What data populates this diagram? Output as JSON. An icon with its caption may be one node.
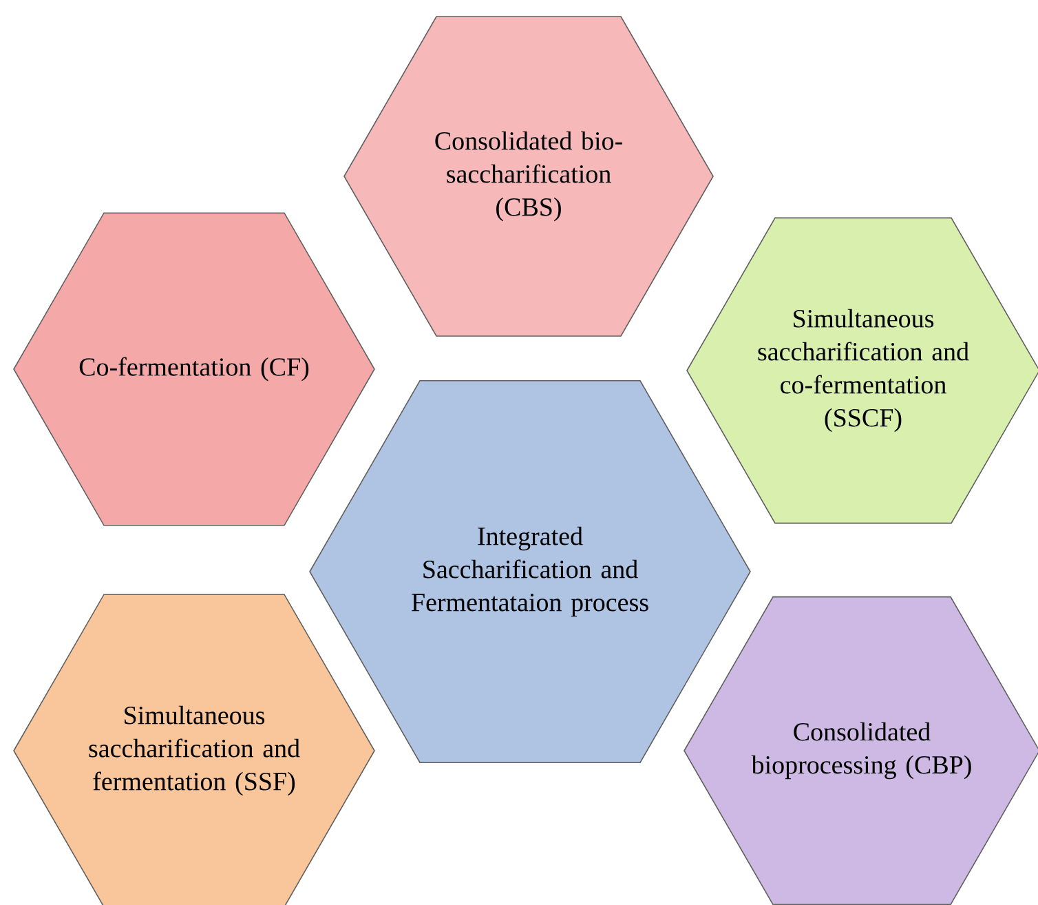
{
  "diagram": {
    "nodes": [
      {
        "text": [
          "Consolidated bio-saccharification (CBS)"
        ]
      },
      {
        "text": [
          "Co-fermentation (CF)"
        ]
      },
      {
        "text": [
          "Simultaneous saccharification and co-fermentation (SSCF)"
        ]
      },
      {
        "text": [
          "Integrated Saccharification and Fermentataion process"
        ]
      },
      {
        "text": [
          "Simultaneous saccharification and fermentation (SSF)"
        ]
      },
      {
        "text": [
          "Consolidated bioprocessing (CBP)"
        ]
      }
    ]
  }
}
